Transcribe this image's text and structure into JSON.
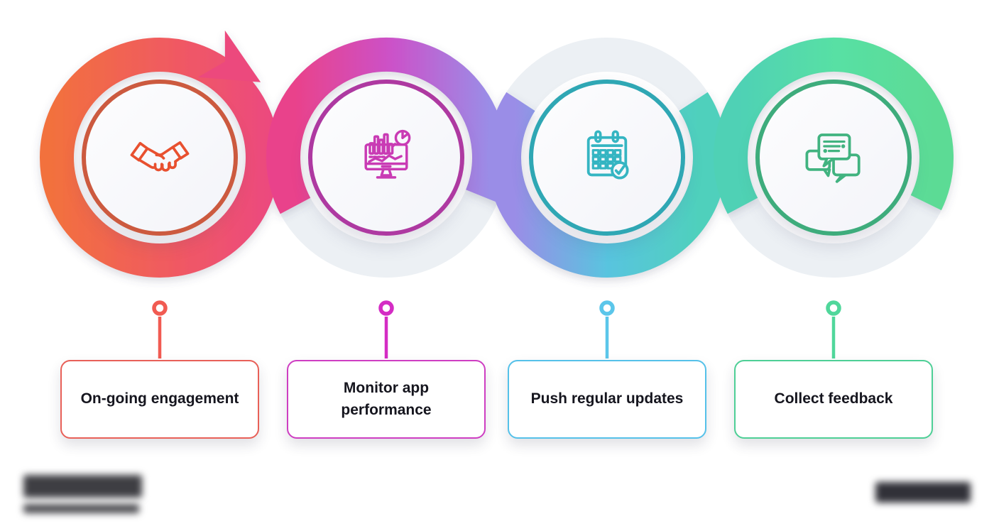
{
  "diagram": {
    "type": "process-cycle-infographic",
    "flow_direction": "left-to-right"
  },
  "steps": [
    {
      "label": "On-going engagement",
      "icon": "handshake-icon",
      "accent": "#E8502F",
      "circle_border": "#CC5A3F",
      "connector_color": "#F15B52",
      "card_border": "#E86058",
      "ribbon_gradient": [
        "#F2713D",
        "#EC4A7E"
      ]
    },
    {
      "label": "Monitor app performance",
      "icon": "monitor-analytics-icon",
      "accent": "#C93BB4",
      "circle_border": "#AE39A1",
      "connector_color": "#D42CC4",
      "card_border": "#CE3EC2",
      "ribbon_gradient": [
        "#E9428B",
        "#CB52C9",
        "#9A8DE7"
      ]
    },
    {
      "label": "Push regular updates",
      "icon": "calendar-check-icon",
      "accent": "#35B5C2",
      "circle_border": "#2FA7B4",
      "connector_color": "#5BC6EA",
      "card_border": "#55C1E9",
      "ribbon_gradient": [
        "#9A8DE7",
        "#59C4DF",
        "#4FD0BC"
      ]
    },
    {
      "label": "Collect feedback",
      "icon": "chat-bubbles-icon",
      "accent": "#41B380",
      "circle_border": "#3EAC7C",
      "connector_color": "#50D79B",
      "card_border": "#4ECF96",
      "ribbon_gradient": [
        "#4FD1B5",
        "#58E0A4",
        "#5CDB95"
      ]
    }
  ],
  "ribbon": {
    "track_color": "#ECF0F4",
    "has_arrowhead_on_step1": true,
    "angled_cut_end_after_step4": true
  },
  "footer": {
    "logo_blurred": true,
    "watermark_blurred": true
  }
}
